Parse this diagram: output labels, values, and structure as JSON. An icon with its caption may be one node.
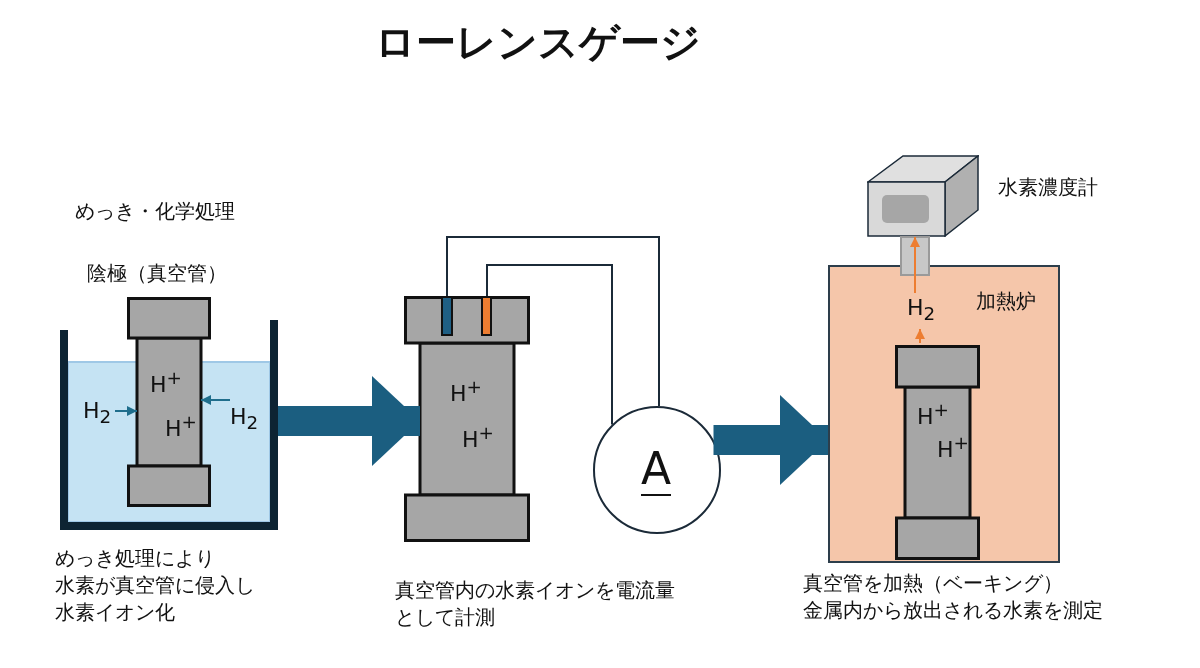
{
  "diagram": {
    "title": "ローレンスゲージ",
    "nodes": [
      {
        "text": [],
        "shape": "box"
      },
      {
        "text": [
          "陰極（真空管）",
          "H$^{+}$",
          "H$^{+}$"
        ]
      },
      {
        "text": [
          "H$_{2}$"
        ]
      },
      {
        "text": [
          "H$_{2}$"
        ],
        "in": 0
      },
      {
        "text": [
          "H$^{+}$",
          "H$^{+}$"
        ]
      },
      {
        "text": [],
        "shape": "bar",
        "in": 4
      },
      {
        "text": [],
        "shape": "bar",
        "in": 4
      },
      {
        "text": [
          "A"
        ]
      },
      {
        "text": [
          "水素濃度計"
        ]
      },
      {
        "text": [
          "加熱炉"
        ]
      },
      {
        "text": [
          "H$_{2}$"
        ],
        "in": 9
      },
      {
        "text": [
          "H$^{+}$",
          "H$^{+}$"
        ],
        "in": 9
      }
    ],
    "edges": [
      {
        "from": 2,
        "to": 1,
        "arrow": "to",
        "color": "#1f6e8c"
      },
      {
        "from": 3,
        "to": 1,
        "arrow": "to",
        "color": "#1f6e8c"
      },
      {
        "from": 0,
        "to": 4,
        "arrow": "to",
        "style": "thick",
        "color": "#1b5e80"
      },
      {
        "from": 5,
        "to": 7,
        "arrow": "none"
      },
      {
        "from": 6,
        "to": 7,
        "arrow": "none"
      },
      {
        "from": 7,
        "to": 9,
        "arrow": "to",
        "style": "thick",
        "color": "#1b5e80"
      },
      {
        "from": 11,
        "to": 10,
        "arrow": "to",
        "color": "#ed7d31"
      },
      {
        "from": 10,
        "to": 8,
        "arrow": "to",
        "color": "#ed7d31"
      }
    ],
    "labels": [
      "めっき・化学処理",
      "めっき処理により水素が真空管に侵入し水素イオン化",
      "真空管内の水素イオンを電流量として計測",
      "真空管を加熱（ベーキング）金属内から放出される水素を測定"
    ]
  }
}
